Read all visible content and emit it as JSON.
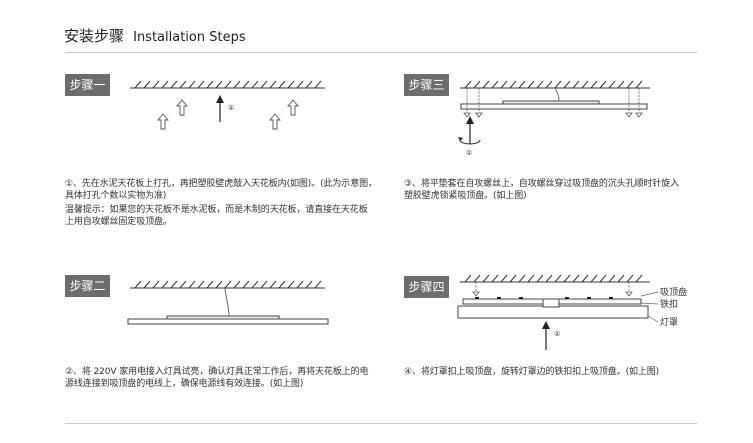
{
  "title": {
    "zh": "安装步骤",
    "en": "Installation Steps"
  },
  "steps": {
    "one": {
      "label": "步骤一",
      "marker": "①",
      "lines": [
        "①、先在水泥天花板上打孔，再把塑胶壁虎敲入天花板内(如图)。(此为示意图，",
        "具体打孔个数以实物为准)"
      ],
      "tip": [
        "温馨提示：如果您的天花板不是水泥板，而是木制的天花板，请直接在天花板",
        "上用自攻螺丝固定吸顶盘。"
      ]
    },
    "two": {
      "label": "步骤二",
      "lines": [
        "②、将 220V 家用电接入灯具试亮，确认灯具正常工作后，再将天花板上的电",
        "源线连接到吸顶盘的电线上，确保电源线有效连接。(如上图)"
      ]
    },
    "three": {
      "label": "步骤三",
      "marker": "①",
      "lines": [
        "③、将平垫套在自攻螺丝上，自攻螺丝穿过吸顶盘的沉头孔顺时针旋入",
        "塑胶壁虎锁紧吸顶盘。(如上图)"
      ]
    },
    "four": {
      "label": "步骤四",
      "marker": "①",
      "callouts": {
        "base": "吸顶盘",
        "clip": "铁扣",
        "cover": "灯罩"
      },
      "lines": [
        "④、将灯罩扣上吸顶盘，旋转灯罩边的铁扣扣上吸顶盘。(如上图)"
      ]
    }
  }
}
